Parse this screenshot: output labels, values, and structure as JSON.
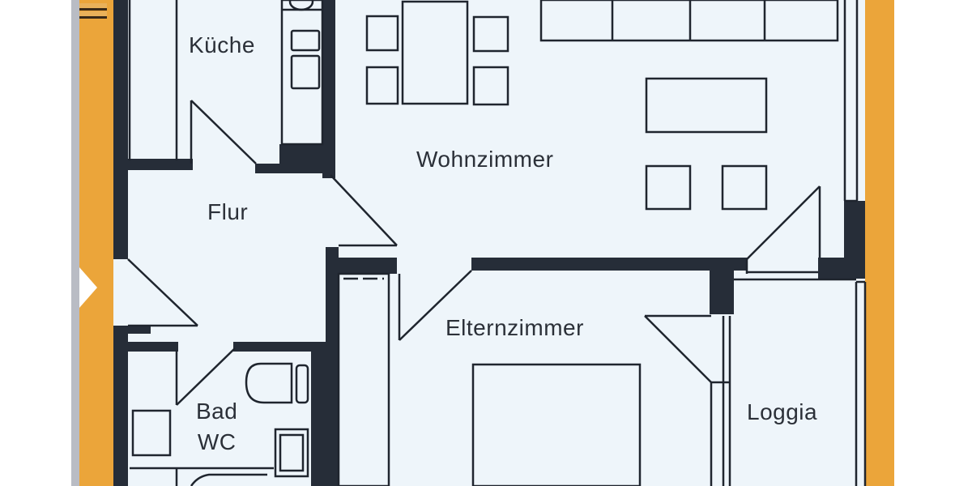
{
  "plan": {
    "colors": {
      "floor": "#eef5fa",
      "wall": "#262d38",
      "line": "#1f252e",
      "frame": "#eba53a",
      "scan_edge": "#b9bcc4"
    },
    "rooms": {
      "kueche": "Küche",
      "wohnzimmer": "Wohnzimmer",
      "flur": "Flur",
      "elternzimmer": "Elternzimmer",
      "bad_line1": "Bad",
      "bad_line2": "WC",
      "loggia": "Loggia"
    }
  }
}
